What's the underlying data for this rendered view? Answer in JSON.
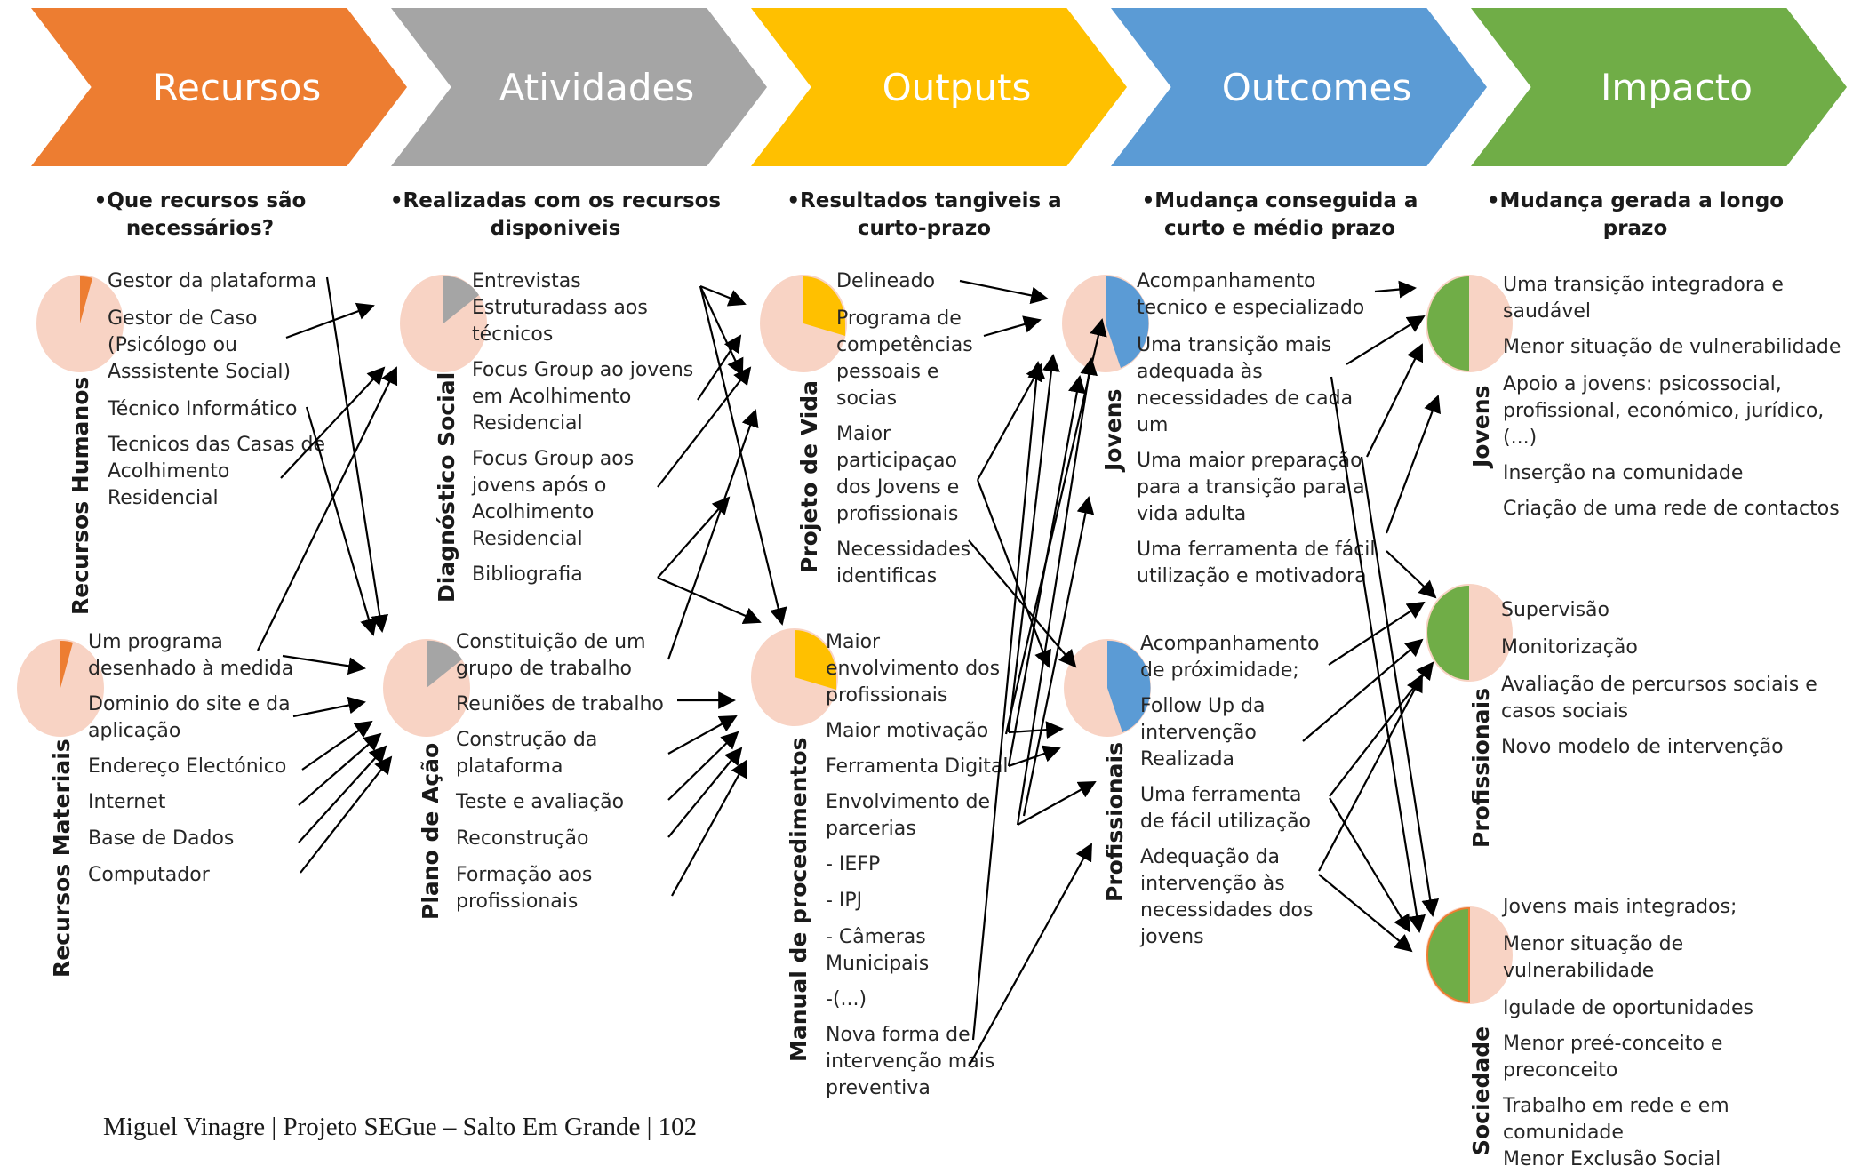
{
  "stages": [
    {
      "title": "Recursos",
      "color": "#ED7D31",
      "question": "•Que recursos são necessários?"
    },
    {
      "title": "Atividades",
      "color": "#A5A5A5",
      "question": "•Realizadas com os recursos disponiveis"
    },
    {
      "title": "Outputs",
      "color": "#FFC000",
      "question": "•Resultados tangiveis a curto-prazo"
    },
    {
      "title": "Outcomes",
      "color": "#5B9BD5",
      "question": "•Mudança conseguida a curto e médio prazo"
    },
    {
      "title": "Impacto",
      "color": "#70AD47",
      "question": "•Mudança gerada a longo prazo"
    }
  ],
  "groups": {
    "recursos_humanos": {
      "label": "Recursos Humanos",
      "items": [
        "Gestor da plataforma",
        "Gestor de Caso",
        "(Psicólogo ou",
        "Asssistente Social)",
        "Técnico Informático",
        "Tecnicos das Casas de",
        "Acolhimento",
        "Residencial"
      ]
    },
    "recursos_materiais": {
      "label": "Recursos Materiais",
      "items": [
        "Um programa",
        "desenhado à medida",
        "Dominio do site e da",
        "aplicação",
        "Endereço Electónico",
        "Internet",
        "Base de Dados",
        "Computador"
      ]
    },
    "diagnostico_social": {
      "label": "Diagnóstico Social",
      "items": [
        "Entrevistas",
        "Estruturadass aos",
        "técnicos",
        "Focus Group ao jovens",
        "em Acolhimento",
        "Residencial",
        "Focus Group aos",
        "jovens após o",
        "Acolhimento",
        "Residencial",
        "Bibliografia"
      ]
    },
    "plano_de_acao": {
      "label": "Plano de Ação",
      "items": [
        "Constituição de um",
        "grupo de trabalho",
        "Reuniões de trabalho",
        "Construção da",
        "plataforma",
        "Teste e avaliação",
        "Reconstrução",
        "Formação aos",
        "profissionais"
      ]
    },
    "projeto_de_vida": {
      "label": "Projeto de Vida",
      "items": [
        "Delineado",
        "Programa de",
        "competências",
        "pessoais e",
        "socias",
        "Maior",
        "participaçao",
        "dos Jovens e",
        "profissionais",
        "Necessidades",
        "identificas"
      ]
    },
    "manual_de_procedimentos": {
      "label": "Manual de procedimentos",
      "items": [
        "Maior",
        "envolvimento dos",
        "profissionais",
        "Maior motivação",
        "Ferramenta Digital",
        "Envolvimento de",
        "parcerias",
        " - IEFP",
        "- IPJ",
        "- Câmeras",
        "Municipais",
        " -(...)",
        "Nova forma de",
        "intervenção mais",
        "preventiva"
      ]
    },
    "outcomes_jovens": {
      "label": "Jovens",
      "items": [
        "Acompanhamento",
        "tecnico e especializado",
        "Uma transição mais",
        "adequada às",
        "necessidades de cada",
        "um",
        "Uma maior preparação",
        "para a transição para a",
        "vida adulta",
        "Uma ferramenta de fácil",
        "utilização e motivadora"
      ]
    },
    "outcomes_profissionais": {
      "label": "Profissionais",
      "items": [
        "Acompanhamento",
        "de próximidade;",
        "Follow Up da",
        "intervenção",
        "Realizada",
        "Uma ferramenta",
        "de fácil utilização",
        "Adequação da",
        "intervenção às",
        "necessidades dos",
        "jovens"
      ]
    },
    "impacto_jovens": {
      "label": "Jovens",
      "items": [
        "Uma transição integradora e",
        "saudável",
        "Menor situação de vulnerabilidade",
        "Apoio a jovens: psicossocial,",
        "profissional, económico, jurídico,",
        "(...)",
        "Inserção na comunidade",
        "Criação de uma rede de contactos"
      ]
    },
    "impacto_profissionais": {
      "label": "Profissionais",
      "items": [
        "Supervisão",
        "Monitorização",
        "Avaliação de percursos sociais e",
        "casos sociais",
        "Novo modelo de intervenção"
      ]
    },
    "impacto_sociedade": {
      "label": "Sociedade",
      "items": [
        "Jovens mais integrados;",
        "Menor situação de",
        "vulnerabilidade",
        "Igulade de oportunidades",
        "Menor preé-conceito e",
        "preconceito",
        "Trabalho em rede e em",
        "comunidade",
        "Menor Exclusão Social"
      ]
    }
  },
  "footer": "Miguel Vinagre | Projeto SEGue – Salto Em Grande | 102"
}
